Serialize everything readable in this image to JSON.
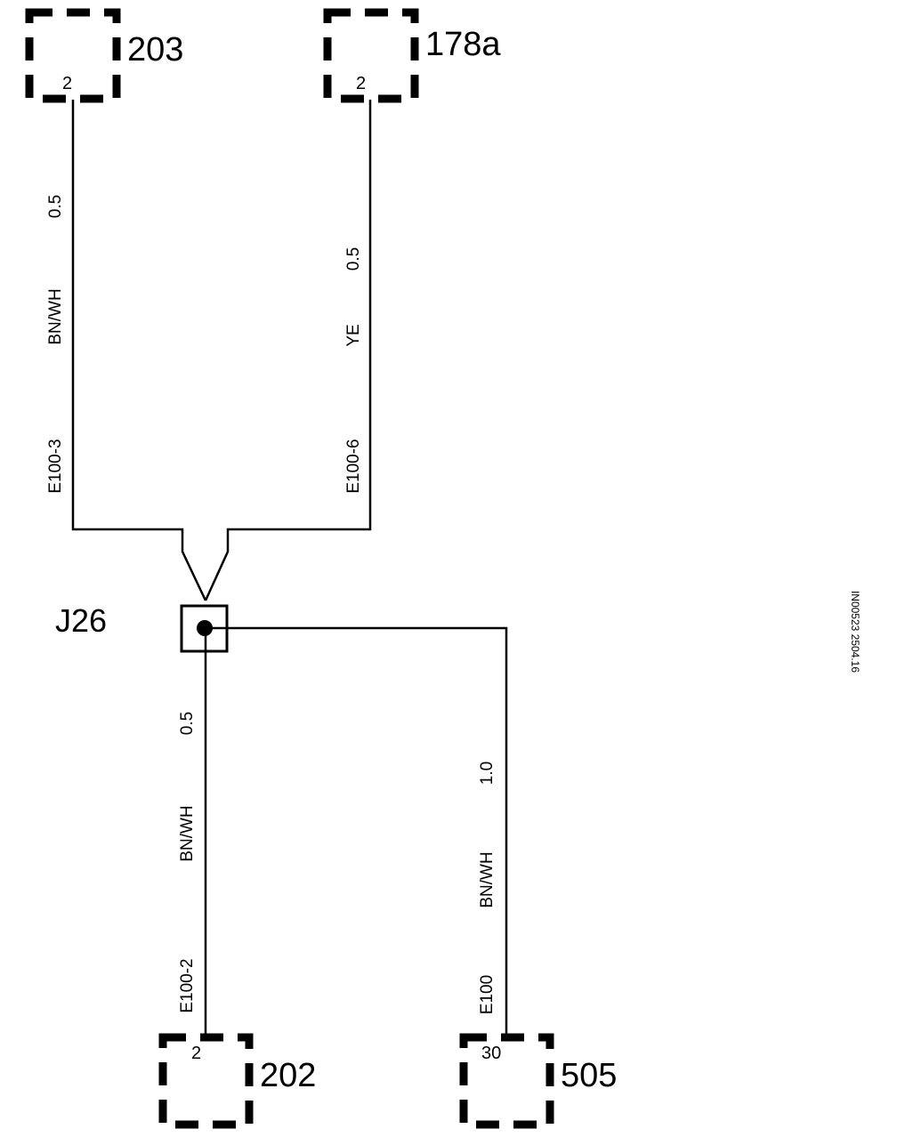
{
  "components": {
    "c203": {
      "id": "203",
      "pin": "2"
    },
    "c178a": {
      "id": "178a",
      "pin": "2"
    },
    "c202": {
      "id": "202",
      "pin": "2"
    },
    "c505": {
      "id": "505",
      "pin": "30"
    }
  },
  "junction": {
    "id": "J26"
  },
  "wires": {
    "w203": {
      "size": "0.5",
      "color": "BN/WH",
      "circuit": "E100-3"
    },
    "w178a": {
      "size": "0.5",
      "color": "YE",
      "circuit": "E100-6"
    },
    "w202": {
      "size": "0.5",
      "color": "BN/WH",
      "circuit": "E100-2"
    },
    "w505": {
      "size": "1.0",
      "color": "BN/WH",
      "circuit": "E100"
    }
  },
  "reference": "IN00523 2504.16"
}
